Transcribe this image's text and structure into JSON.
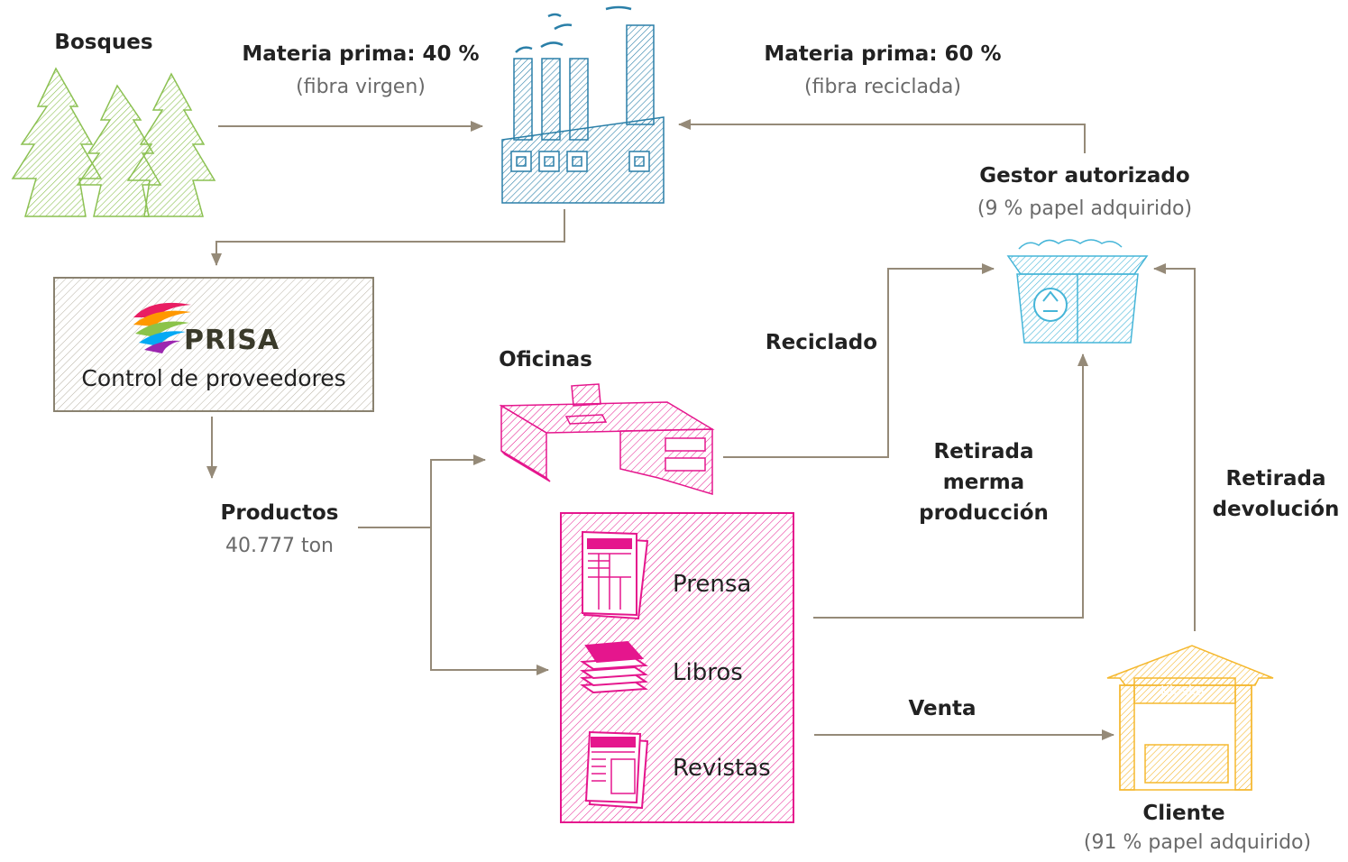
{
  "nodes": {
    "bosques": "Bosques",
    "materia_40_title": "Materia prima: 40 %",
    "materia_40_sub": "(fibra virgen)",
    "materia_60_title": "Materia prima: 60 %",
    "materia_60_sub": "(fibra reciclada)",
    "gestor_title": "Gestor autorizado",
    "gestor_sub": "(9 % papel adquirido)",
    "prisa_logo": "PRISA",
    "control": "Control de proveedores",
    "productos_title": "Productos",
    "productos_value": "40.777 ton",
    "oficinas": "Oficinas",
    "reciclado": "Reciclado",
    "retirada_merma": [
      "Retirada",
      "merma",
      "producción"
    ],
    "retirada_devolucion": [
      "Retirada",
      "devolución"
    ],
    "prensa": "Prensa",
    "libros": "Libros",
    "revistas": "Revistas",
    "venta": "Venta",
    "kiosko": "Kiosko",
    "cliente_title": "Cliente",
    "cliente_sub": "(91 % papel adquirido)"
  },
  "colors": {
    "forest": "#8cc152",
    "factory": "#2a7fa8",
    "recycle_bin": "#45b5d8",
    "publishing": "#e5168d",
    "kiosk": "#f5b82e",
    "arrow": "#958a78",
    "control_box": "#8a8270"
  },
  "icons": [
    "tree-icon",
    "factory-icon",
    "recycle-bin-icon",
    "desk-icon",
    "newspaper-icon",
    "books-icon",
    "magazine-icon",
    "kiosk-icon",
    "prisa-logo-icon"
  ]
}
